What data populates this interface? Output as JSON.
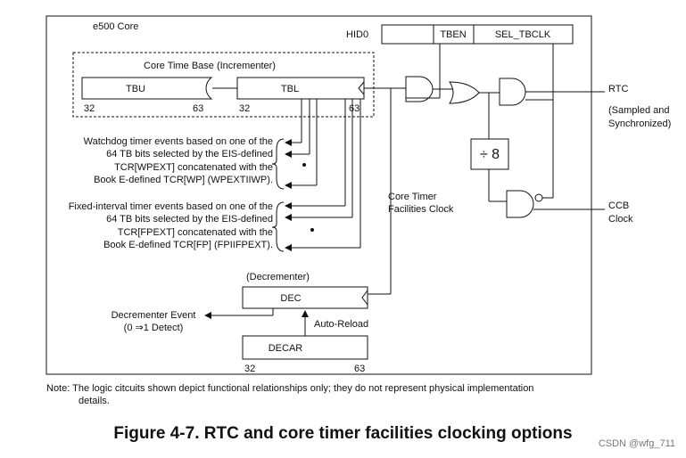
{
  "core_label": "e500 Core",
  "hid0": {
    "name": "HID0",
    "tben": "TBEN",
    "sel_tbclk": "SEL_TBCLK"
  },
  "time_base": {
    "title": "Core Time Base (Incrementer)",
    "tbu": "TBU",
    "tbl": "TBL",
    "tbu_start": "32",
    "tbu_end": "63",
    "tbl_start": "32",
    "tbl_end": "63"
  },
  "rtc": {
    "label": "RTC",
    "detail_1": "(Sampled and",
    "detail_2": "Synchronized)"
  },
  "ccb": {
    "line1": "CCB",
    "line2": "Clock"
  },
  "divider": "÷ 8",
  "core_timer_clock": {
    "line1": "Core Timer",
    "line2": "Facilities Clock"
  },
  "watchdog_text": [
    "Watchdog timer events based on one of the",
    "64 TB bits selected by the EIS-defined",
    "TCR[WPEXT] concatenated with the",
    "Book E-defined TCR[WP] (WPEXTIIWP)."
  ],
  "fixed_interval_text": [
    "Fixed-interval timer events based on one of the",
    "64 TB bits selected by the EIS-defined",
    "TCR[FPEXT] concatenated with the",
    "Book E-defined TCR[FP] (FPIIFPEXT)."
  ],
  "dec": {
    "title": "(Decrementer)",
    "label": "DEC"
  },
  "decrementer_event": {
    "line1": "Decrementer Event",
    "line2": "(0 ⇒1 Detect)"
  },
  "auto_reload": "Auto-Reload",
  "decar": {
    "label": "DECAR",
    "start": "32",
    "end": "63"
  },
  "note": {
    "line1": "Note: The logic citcuits shown depict functional relationships only; they do not represent physical implementation",
    "line2": "details."
  },
  "caption": "Figure 4-7. RTC and core timer facilities clocking options",
  "watermark": "CSDN @wfg_711"
}
